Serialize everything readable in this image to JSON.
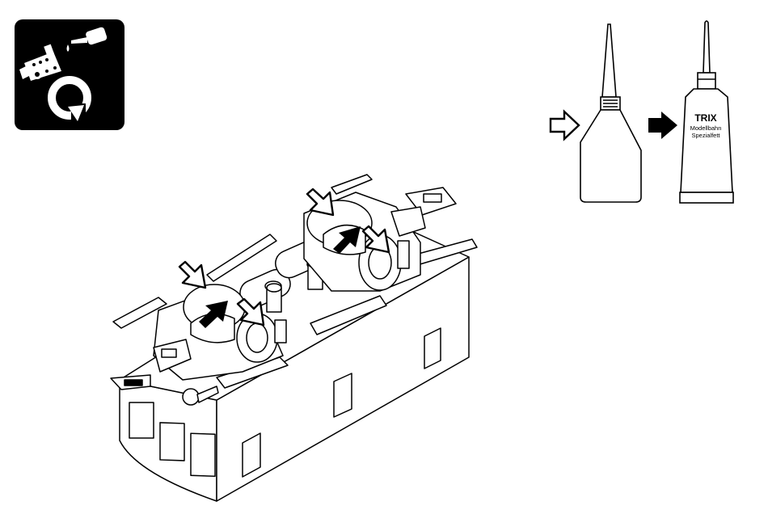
{
  "tube": {
    "brand": "TRIX",
    "line1": "Modellbahn",
    "line2": "Spezialfett"
  },
  "colors": {
    "ink": "#000000",
    "paper": "#ffffff"
  },
  "icons": [
    "maintenance-icon",
    "oil-bottle-icon",
    "grease-tube-icon",
    "hollow-arrow-icon",
    "filled-arrow-icon"
  ]
}
